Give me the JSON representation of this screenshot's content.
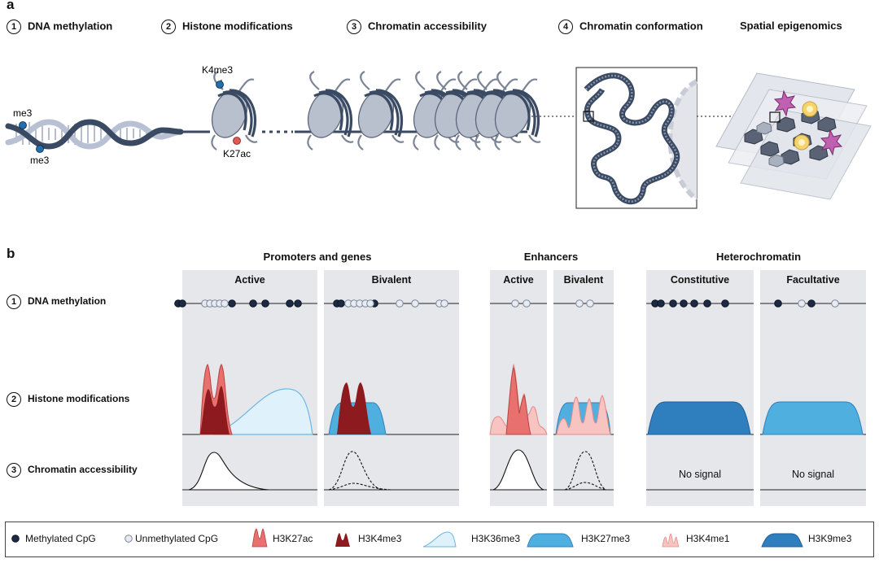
{
  "panel_a": {
    "letter": "a",
    "sections": [
      {
        "number": "1",
        "title": "DNA methylation"
      },
      {
        "number": "2",
        "title": "Histone modifications"
      },
      {
        "number": "3",
        "title": "Chromatin accessibility"
      },
      {
        "number": "4",
        "title": "Chromatin conformation"
      },
      {
        "number": "",
        "title": "Spatial epigenomics"
      }
    ],
    "labels": {
      "me3_top": "me3",
      "me3_bottom": "me3",
      "k4me3": "K4me3",
      "k27ac": "K27ac"
    }
  },
  "panel_b": {
    "letter": "b",
    "groups": [
      "Promoters and genes",
      "Enhancers",
      "Heterochromatin"
    ],
    "columns": [
      "Active",
      "Bivalent",
      "Active",
      "Bivalent",
      "Constitutive",
      "Facultative"
    ],
    "rows": [
      {
        "number": "1",
        "label": "DNA methylation"
      },
      {
        "number": "2",
        "label": "Histone modifications"
      },
      {
        "number": "3",
        "label": "Chromatin accessibility"
      }
    ],
    "no_signal": "No signal"
  },
  "legend": [
    {
      "label": "Methylated CpG",
      "icon": "methylated-dot"
    },
    {
      "label": "Unmethylated CpG",
      "icon": "unmethylated-dot"
    },
    {
      "label": "H3K27ac",
      "icon": "h3k27ac-peak",
      "color": "#e8706e"
    },
    {
      "label": "H3K4me3",
      "icon": "h3k4me3-peak",
      "color": "#8c1a1f"
    },
    {
      "label": "H3K36me3",
      "icon": "h3k36me3-broad",
      "color": "#dff1fa"
    },
    {
      "label": "H3K27me3",
      "icon": "h3k27me3-plateau",
      "color": "#4fb0e0"
    },
    {
      "label": "H3K4me1",
      "icon": "h3k4me1-peaks",
      "color": "#f7c4c2"
    },
    {
      "label": "H3K9me3",
      "icon": "h3k9me3-plateau",
      "color": "#2f7fbf"
    }
  ],
  "colors": {
    "panel_bg": "#e6e7ea",
    "dna_dark": "#3b4a63",
    "dna_light": "#b8c1d3",
    "methyl_blue": "#1f6fb2",
    "acetyl_red": "#e05a52"
  }
}
